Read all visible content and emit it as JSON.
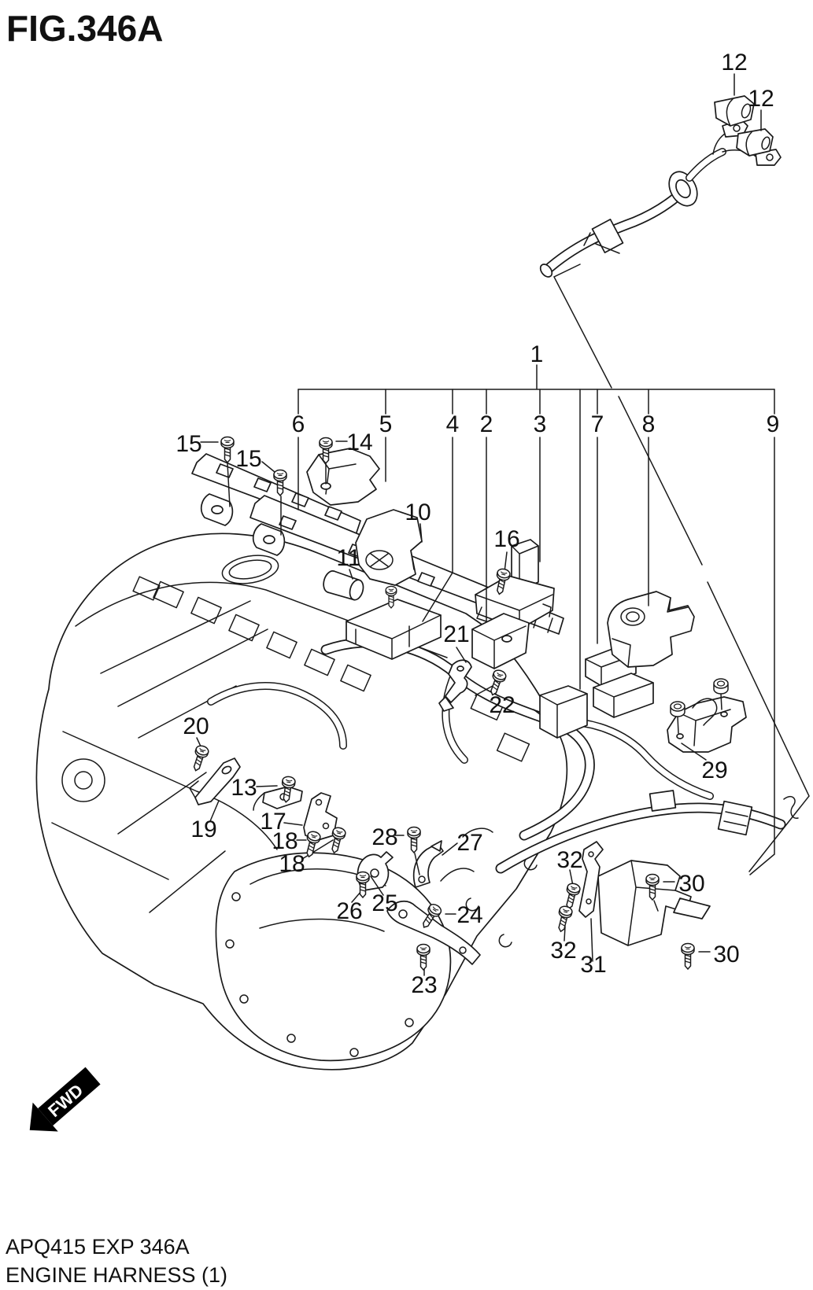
{
  "figure": {
    "title": "FIG.346A",
    "part_code": "APQ415 EXP 346A",
    "part_name": "ENGINE HARNESS (1)",
    "fwd_label": "FWD"
  },
  "callouts": {
    "c1": "1",
    "c2": "2",
    "c3": "3",
    "c4": "4",
    "c5": "5",
    "c6": "6",
    "c7": "7",
    "c8": "8",
    "c9": "9",
    "c10": "10",
    "c11": "11",
    "c12a": "12",
    "c12b": "12",
    "c13": "13",
    "c14": "14",
    "c15a": "15",
    "c15b": "15",
    "c16": "16",
    "c17": "17",
    "c18a": "18",
    "c18b": "18",
    "c19": "19",
    "c20": "20",
    "c21": "21",
    "c22": "22",
    "c23": "23",
    "c24": "24",
    "c25": "25",
    "c26": "26",
    "c27": "27",
    "c28": "28",
    "c29": "29",
    "c30a": "30",
    "c30b": "30",
    "c31": "31",
    "c32a": "32",
    "c32b": "32"
  }
}
